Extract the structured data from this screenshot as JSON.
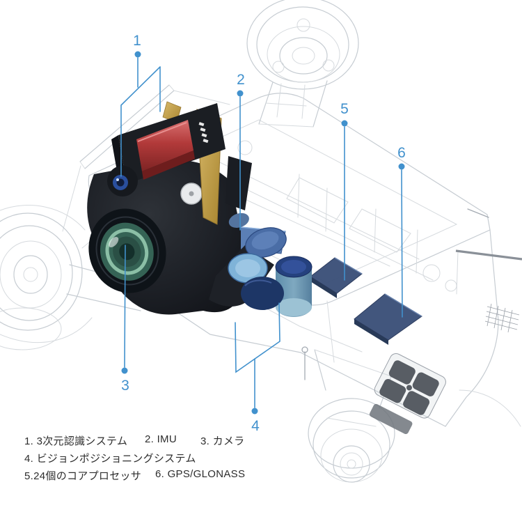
{
  "diagram_title": "drone-internal-components-cutaway",
  "colors": {
    "accent_blue": "#4191cd",
    "legend_text": "#2d2d2d",
    "wireframe_gray": "#c6ccd2",
    "board_navy": "#3b5078",
    "sensor_red": "#b23a3a",
    "bracket_gold": "#c6a253",
    "lens_teal": "#37655a",
    "vision_sensor_blue": "#7fb3d8"
  },
  "callouts": [
    {
      "number": "1",
      "label": "3次元認識システム"
    },
    {
      "number": "2",
      "label": "IMU"
    },
    {
      "number": "3",
      "label": "カメラ"
    },
    {
      "number": "4",
      "label": "ビジョンポジショニングシステム"
    },
    {
      "number": "5",
      "label": "24個のコアプロセッサ"
    },
    {
      "number": "6",
      "label": "GPS/GLONASS"
    }
  ],
  "legend": {
    "row1": {
      "item1": "1. 3次元認識システム",
      "item2": "2. IMU",
      "item3": "3. カメラ"
    },
    "row2": {
      "item1": "4. ビジョンポジショニングシステム"
    },
    "row3": {
      "item1": "5.24個のコアプロセッサ",
      "item2": "6. GPS/GLONASS"
    }
  }
}
